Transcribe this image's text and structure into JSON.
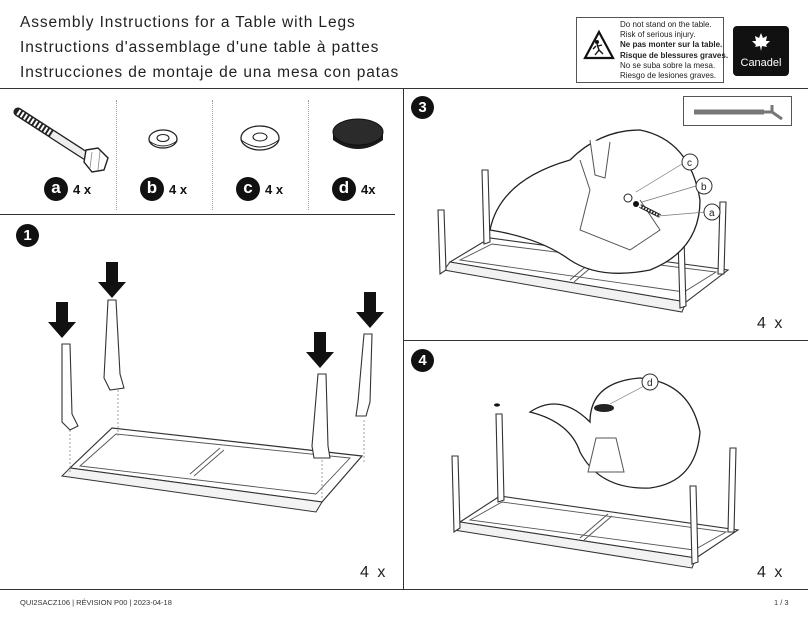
{
  "header": {
    "titles": [
      "Assembly Instructions for a Table with Legs",
      "Instructions d'assemblage d'une table à pattes",
      "Instrucciones de montaje de una mesa con patas"
    ],
    "warning_lines": [
      "Do not stand on the table.",
      "Risk of serious injury.",
      "Ne pas monter sur la table.",
      "Risque de blessures graves.",
      "No se suba sobre la mesa.",
      "Riesgo de lesiones graves."
    ],
    "brand": "Canadel"
  },
  "parts": [
    {
      "letter": "a",
      "qty": "4 x",
      "icon": "bolt-icon"
    },
    {
      "letter": "b",
      "qty": "4 x",
      "icon": "lock-washer-icon"
    },
    {
      "letter": "c",
      "qty": "4 x",
      "icon": "flat-washer-icon"
    },
    {
      "letter": "d",
      "qty": "4x",
      "icon": "felt-pad-icon"
    }
  ],
  "steps": [
    {
      "number": "1",
      "multiplier": "4 x"
    },
    {
      "number": "3",
      "multiplier": "4 x",
      "callouts": [
        "c",
        "b",
        "a"
      ]
    },
    {
      "number": "4",
      "multiplier": "4 x",
      "callouts": [
        "d"
      ]
    }
  ],
  "footer": {
    "doc_code": "QUI2SACZ106  |  RÉVISION P00  |  2023-04-18",
    "page": "1 / 3"
  },
  "colors": {
    "ink": "#222222",
    "badge": "#111111",
    "rule": "#333333"
  }
}
